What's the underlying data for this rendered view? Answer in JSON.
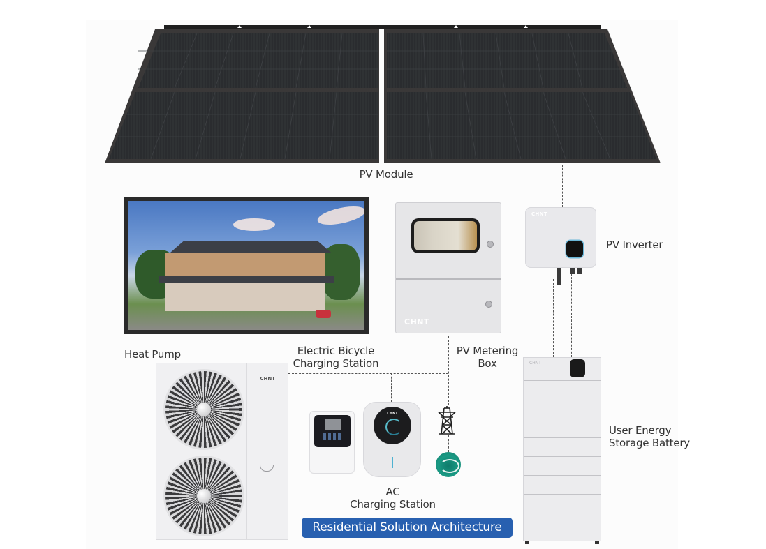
{
  "title": "Residential Solution Architecture",
  "components": {
    "pv_module": {
      "label": "PV Module"
    },
    "pv_inverter": {
      "label": "PV Inverter",
      "brand": "CHNT"
    },
    "pv_metering_box": {
      "label_line1": "PV Metering",
      "label_line2": "Box",
      "brand": "CHNT"
    },
    "heat_pump": {
      "label": "Heat Pump",
      "brand": "CHNT"
    },
    "ebike_charger": {
      "label_line1": "Electric Bicycle",
      "label_line2": "Charging Station"
    },
    "ac_charger": {
      "label_line1": "AC",
      "label_line2": "Charging Station",
      "brand": "CHNT"
    },
    "battery": {
      "label_line1": "User Energy",
      "label_line2": "Storage Battery",
      "brand": "CHNT"
    },
    "grid": {
      "icon": "power-pylon-icon",
      "logo": "state-grid-logo"
    },
    "house": {
      "image": "residential-house-render"
    }
  },
  "colors": {
    "banner": "#2860b0",
    "panel": "#2b2d30",
    "panel_frame": "#3a3838",
    "connector_line": "#555555",
    "device_body": "#e8e8ea",
    "accent_cyan": "#4fb2d1"
  }
}
